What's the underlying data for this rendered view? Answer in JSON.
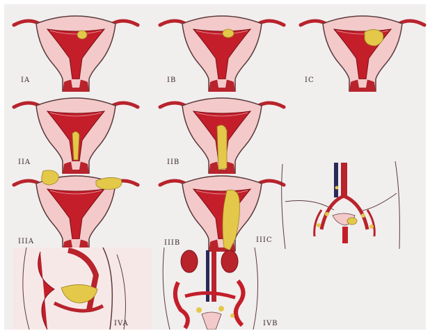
{
  "stages": [
    {
      "id": "IA",
      "label": "IA"
    },
    {
      "id": "IB",
      "label": "IB"
    },
    {
      "id": "IC",
      "label": "IC"
    },
    {
      "id": "IIA",
      "label": "IIA"
    },
    {
      "id": "IIB",
      "label": "IIB"
    },
    {
      "id": "IIIA",
      "label": "IIIA"
    },
    {
      "id": "IIIB",
      "label": "IIIB"
    },
    {
      "id": "IIIC",
      "label": "IIIC"
    },
    {
      "id": "IVA",
      "label": "IVA"
    },
    {
      "id": "IVB",
      "label": "IVB"
    }
  ],
  "colors": {
    "background": "#f1eeee",
    "myometrium": "#f3c9c9",
    "wall": "#b8232c",
    "cavity": "#c41e2a",
    "tumor": "#e3c84a",
    "outline": "#5a3a3a"
  },
  "icons": {
    "uterus": "uterus-diagram-icon",
    "lymph": "lymph-node-pelvic-diagram-icon",
    "sagittal": "sagittal-pelvis-diagram-icon",
    "abdomen": "abdominal-organs-diagram-icon"
  }
}
